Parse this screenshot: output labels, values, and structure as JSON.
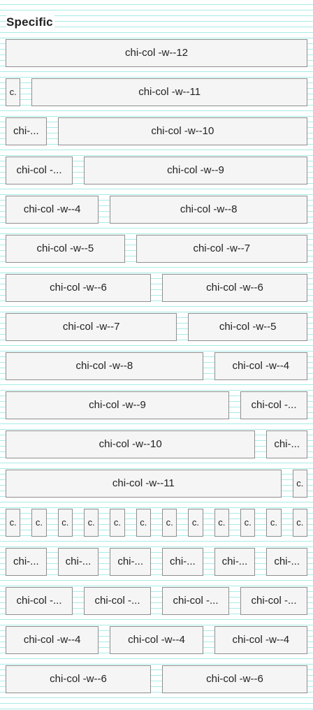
{
  "section_title": "Specific",
  "rows": [
    {
      "cells": [
        {
          "label": "chi-col -w--12",
          "span": 12
        }
      ]
    },
    {
      "cells": [
        {
          "label": "c.",
          "span": 1
        },
        {
          "label": "chi-col -w--11",
          "span": 11
        }
      ]
    },
    {
      "cells": [
        {
          "label": "chi-...",
          "span": 2
        },
        {
          "label": "chi-col -w--10",
          "span": 10
        }
      ]
    },
    {
      "cells": [
        {
          "label": "chi-col -...",
          "span": 3
        },
        {
          "label": "chi-col -w--9",
          "span": 9
        }
      ]
    },
    {
      "cells": [
        {
          "label": "chi-col -w--4",
          "span": 4
        },
        {
          "label": "chi-col -w--8",
          "span": 8
        }
      ]
    },
    {
      "cells": [
        {
          "label": "chi-col -w--5",
          "span": 5
        },
        {
          "label": "chi-col -w--7",
          "span": 7
        }
      ]
    },
    {
      "cells": [
        {
          "label": "chi-col -w--6",
          "span": 6
        },
        {
          "label": "chi-col -w--6",
          "span": 6
        }
      ]
    },
    {
      "cells": [
        {
          "label": "chi-col -w--7",
          "span": 7
        },
        {
          "label": "chi-col -w--5",
          "span": 5
        }
      ]
    },
    {
      "cells": [
        {
          "label": "chi-col -w--8",
          "span": 8
        },
        {
          "label": "chi-col -w--4",
          "span": 4
        }
      ]
    },
    {
      "cells": [
        {
          "label": "chi-col -w--9",
          "span": 9
        },
        {
          "label": "chi-col -...",
          "span": 3
        }
      ]
    },
    {
      "cells": [
        {
          "label": "chi-col -w--10",
          "span": 10
        },
        {
          "label": "chi-...",
          "span": 2
        }
      ]
    },
    {
      "cells": [
        {
          "label": "chi-col -w--11",
          "span": 11
        },
        {
          "label": "c.",
          "span": 1
        }
      ]
    },
    {
      "cells": [
        {
          "label": "c.",
          "span": 1
        },
        {
          "label": "c.",
          "span": 1
        },
        {
          "label": "c.",
          "span": 1
        },
        {
          "label": "c.",
          "span": 1
        },
        {
          "label": "c.",
          "span": 1
        },
        {
          "label": "c.",
          "span": 1
        },
        {
          "label": "c.",
          "span": 1
        },
        {
          "label": "c.",
          "span": 1
        },
        {
          "label": "c.",
          "span": 1
        },
        {
          "label": "c.",
          "span": 1
        },
        {
          "label": "c.",
          "span": 1
        },
        {
          "label": "c.",
          "span": 1
        }
      ]
    },
    {
      "cells": [
        {
          "label": "chi-...",
          "span": 2
        },
        {
          "label": "chi-...",
          "span": 2
        },
        {
          "label": "chi-...",
          "span": 2
        },
        {
          "label": "chi-...",
          "span": 2
        },
        {
          "label": "chi-...",
          "span": 2
        },
        {
          "label": "chi-...",
          "span": 2
        }
      ]
    },
    {
      "cells": [
        {
          "label": "chi-col -...",
          "span": 3
        },
        {
          "label": "chi-col -...",
          "span": 3
        },
        {
          "label": "chi-col -...",
          "span": 3
        },
        {
          "label": "chi-col -...",
          "span": 3
        }
      ]
    },
    {
      "cells": [
        {
          "label": "chi-col -w--4",
          "span": 4
        },
        {
          "label": "chi-col -w--4",
          "span": 4
        },
        {
          "label": "chi-col -w--4",
          "span": 4
        }
      ]
    },
    {
      "cells": [
        {
          "label": "chi-col -w--6",
          "span": 6
        },
        {
          "label": "chi-col -w--6",
          "span": 6
        }
      ]
    }
  ]
}
